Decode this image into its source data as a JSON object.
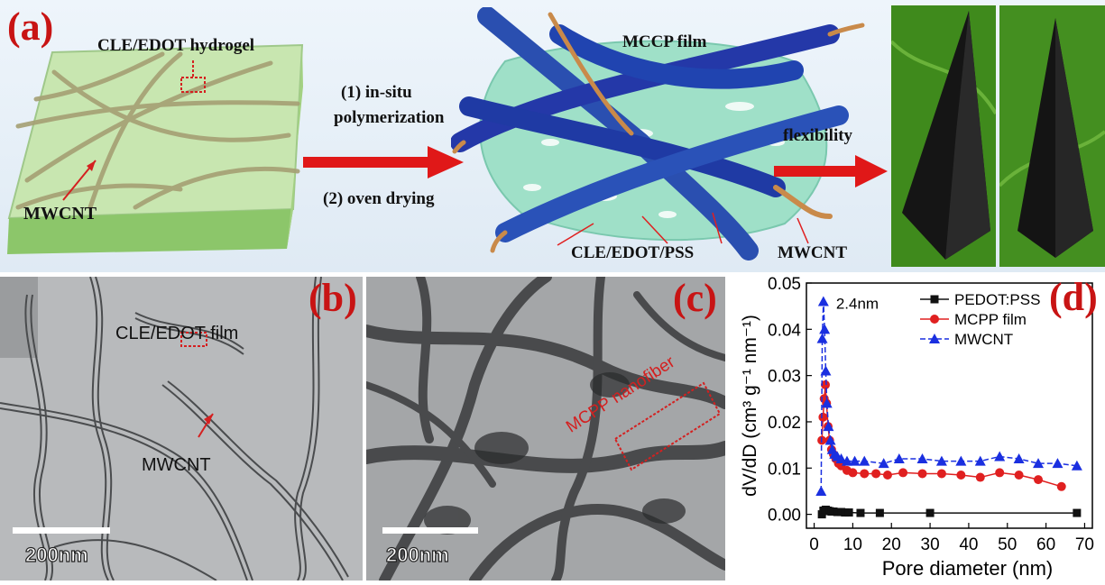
{
  "panel_a": {
    "label": "(a)",
    "hydrogel_label": "CLE/EDOT hydrogel",
    "mwcnt_label_left": "MWCNT",
    "step1": "(1) in-situ",
    "step1b": "polymerization",
    "step2": "(2) oven drying",
    "film_label": "MCCP film",
    "cle_label": "CLE/EDOT/PSS",
    "mwcnt_label_right": "MWCNT",
    "flex_label": "flexibility"
  },
  "panel_b": {
    "label": "(b)",
    "film_label": "CLE/EDOT film",
    "mwcnt_label": "MWCNT",
    "scale": "200nm"
  },
  "panel_c": {
    "label": "(c)",
    "nanofiber_label": "MCPP nanofiber",
    "scale": "200nm"
  },
  "panel_d": {
    "label": "(d)",
    "peak_annotation": "2.4nm"
  },
  "chart_data": {
    "type": "line",
    "title": "",
    "xlabel": "Pore diameter (nm)",
    "ylabel": "dV/dD (cm³ g⁻¹ nm⁻¹)",
    "xlim": [
      -2,
      72
    ],
    "ylim": [
      -0.003,
      0.05
    ],
    "xticks": [
      0,
      10,
      20,
      30,
      40,
      50,
      60,
      70
    ],
    "yticks": [
      "0.00",
      "0.01",
      "0.02",
      "0.03",
      "0.04",
      "0.05"
    ],
    "legend_position": "top-right",
    "series": [
      {
        "name": "PEDOT:PSS",
        "color": "#111111",
        "marker": "square",
        "x": [
          2,
          2.4,
          3,
          3.5,
          4,
          4.5,
          5,
          6,
          7,
          8,
          9,
          12,
          17,
          30,
          68
        ],
        "y": [
          0.0,
          0.0008,
          0.001,
          0.0008,
          0.0007,
          0.0006,
          0.0006,
          0.0005,
          0.0005,
          0.0004,
          0.0004,
          0.0003,
          0.0003,
          0.0003,
          0.0003
        ]
      },
      {
        "name": "MCPP film",
        "color": "#e02020",
        "marker": "circle",
        "x": [
          2,
          2.3,
          2.6,
          2.9,
          3.2,
          3.6,
          4,
          4.5,
          5,
          5.6,
          6.3,
          7,
          8.5,
          10,
          13,
          16,
          19,
          23,
          28,
          33,
          38,
          43,
          48,
          53,
          58,
          64
        ],
        "y": [
          0.016,
          0.021,
          0.025,
          0.028,
          0.024,
          0.019,
          0.016,
          0.014,
          0.013,
          0.012,
          0.011,
          0.0105,
          0.0095,
          0.009,
          0.0088,
          0.0088,
          0.0085,
          0.009,
          0.0088,
          0.0088,
          0.0085,
          0.008,
          0.009,
          0.0085,
          0.0075,
          0.006
        ]
      },
      {
        "name": "MWCNT",
        "color": "#1a2fe0",
        "marker": "triangle",
        "x": [
          1.8,
          2.1,
          2.4,
          2.7,
          3,
          3.3,
          3.7,
          4.2,
          4.7,
          5.3,
          6,
          7,
          8.5,
          10.5,
          13,
          18,
          22,
          28,
          33,
          38,
          43,
          48,
          53,
          58,
          63,
          68
        ],
        "y": [
          0.005,
          0.038,
          0.046,
          0.04,
          0.031,
          0.024,
          0.019,
          0.016,
          0.014,
          0.013,
          0.0125,
          0.012,
          0.0115,
          0.0115,
          0.0115,
          0.011,
          0.012,
          0.012,
          0.0115,
          0.0115,
          0.0115,
          0.0125,
          0.012,
          0.011,
          0.011,
          0.0105
        ]
      }
    ]
  }
}
